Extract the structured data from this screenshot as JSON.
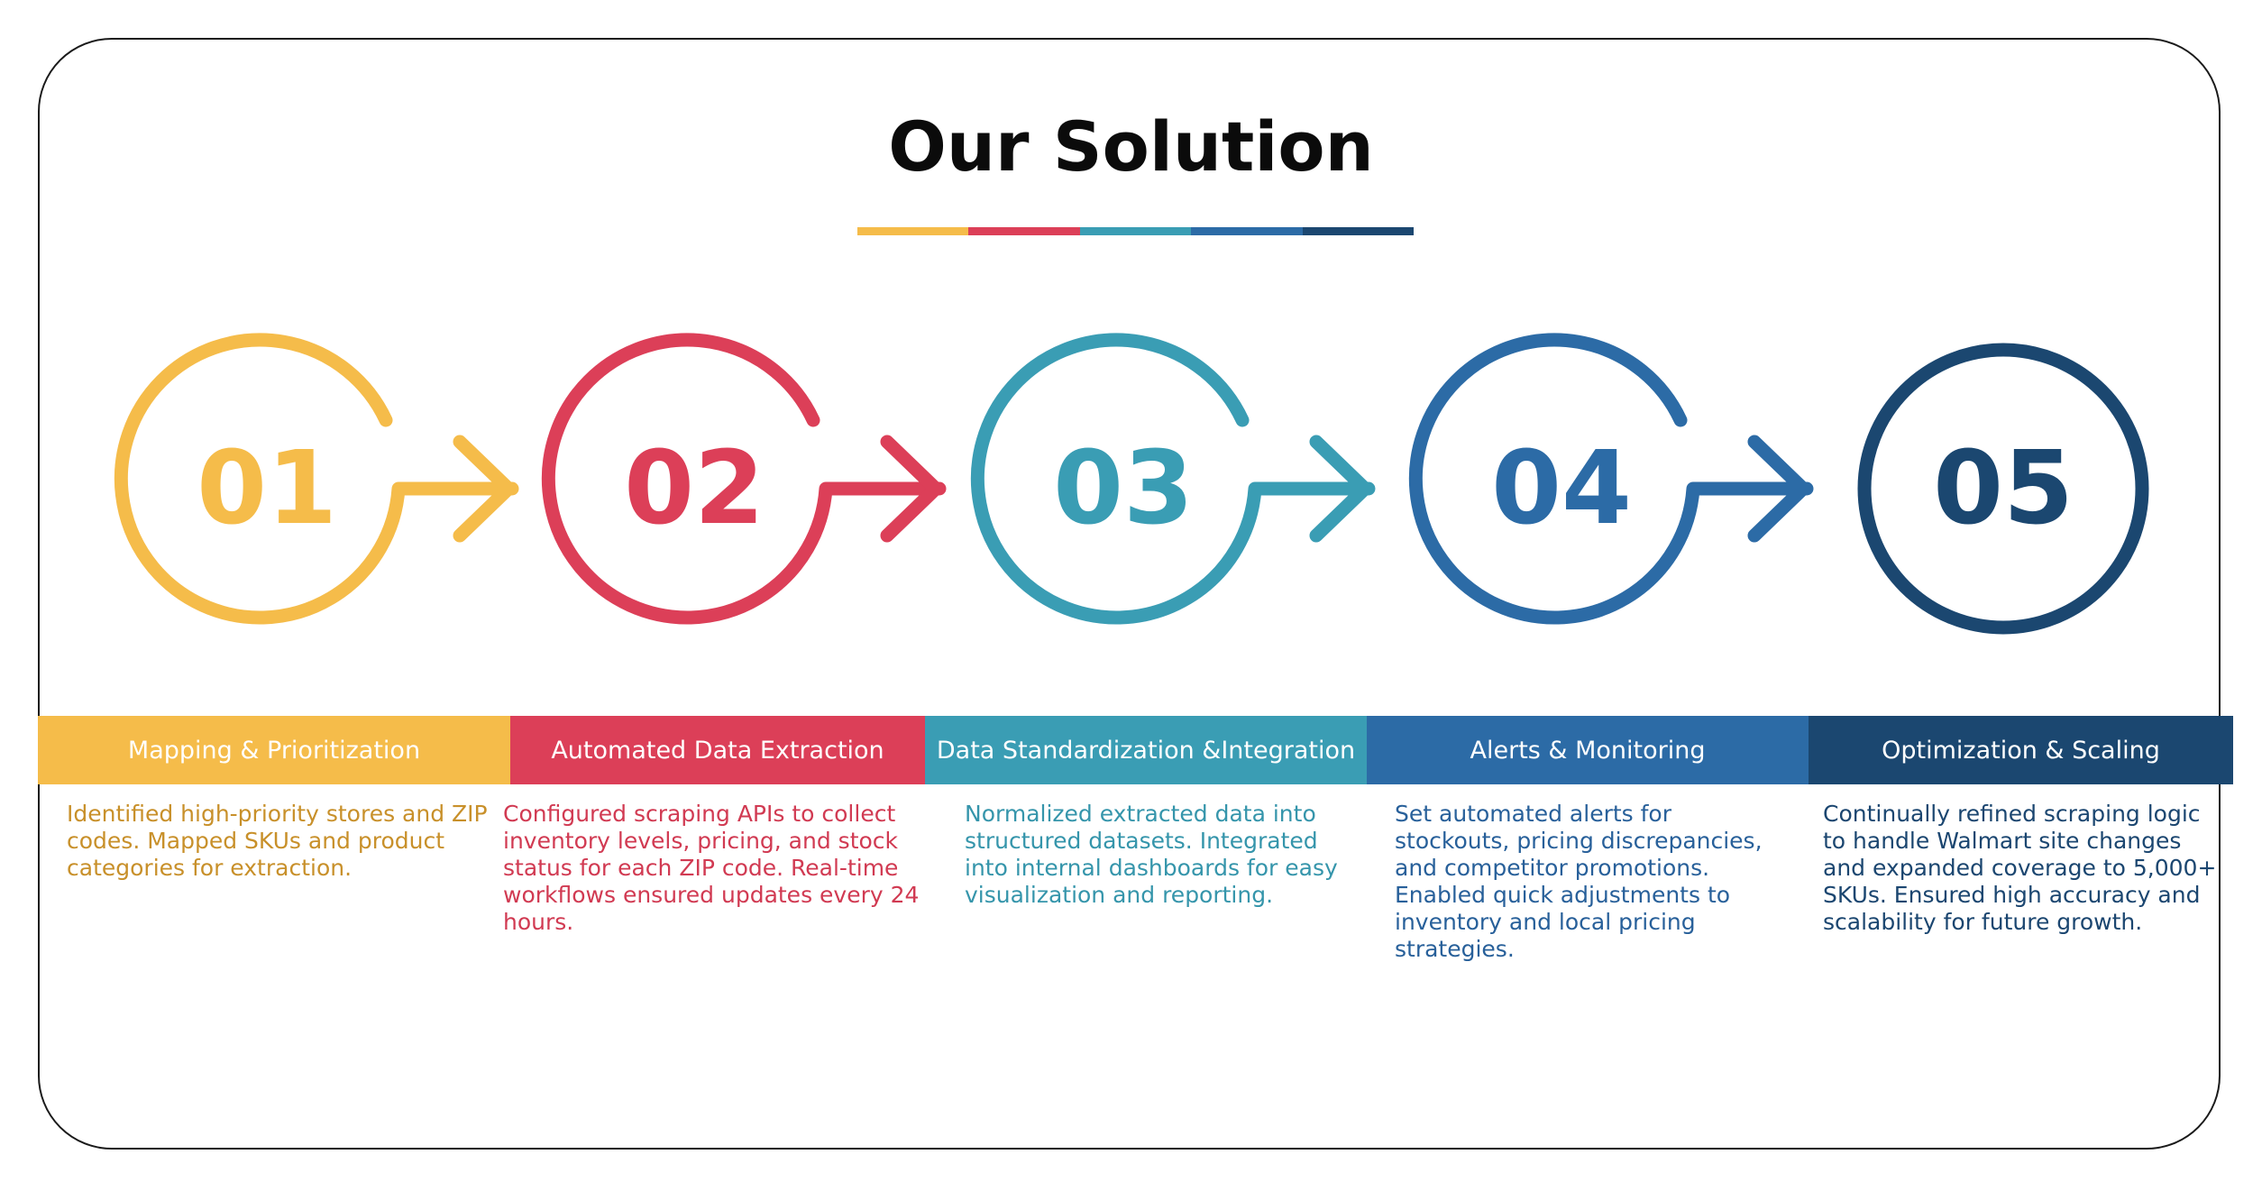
{
  "title": "Our Solution",
  "colors": {
    "yellow": "#F5BC4A",
    "red": "#DC3F58",
    "teal": "#3A9DB4",
    "blue": "#2C6BA6",
    "navy": "#1B4770",
    "yellow_text": "#C8902A",
    "red_text": "#D13A52",
    "teal_text": "#3595AB",
    "blue_text": "#28609A",
    "navy_text": "#1B4670"
  },
  "steps": [
    {
      "number": "01",
      "heading": "Mapping & Prioritization",
      "description": "Identified high-priority stores and ZIP codes. Mapped SKUs and product categories for extraction."
    },
    {
      "number": "02",
      "heading": "Automated Data Extraction",
      "description": "Configured scraping APIs to collect inventory levels, pricing, and stock status for each ZIP code. Real-time workflows ensured updates every 24 hours."
    },
    {
      "number": "03",
      "heading": "Data Standardization &Integration",
      "description": "Normalized extracted data into structured datasets. Integrated into internal dashboards for easy visualization and reporting."
    },
    {
      "number": "04",
      "heading": "Alerts & Monitoring",
      "description": "Set automated alerts for stockouts, pricing discrepancies, and competitor promotions.\nEnabled quick adjustments to inventory and local pricing strategies."
    },
    {
      "number": "05",
      "heading": "Optimization & Scaling",
      "description": "Continually refined scraping logic to handle Walmart site changes and expanded coverage to 5,000+ SKUs. Ensured high accuracy and scalability for future growth."
    }
  ]
}
